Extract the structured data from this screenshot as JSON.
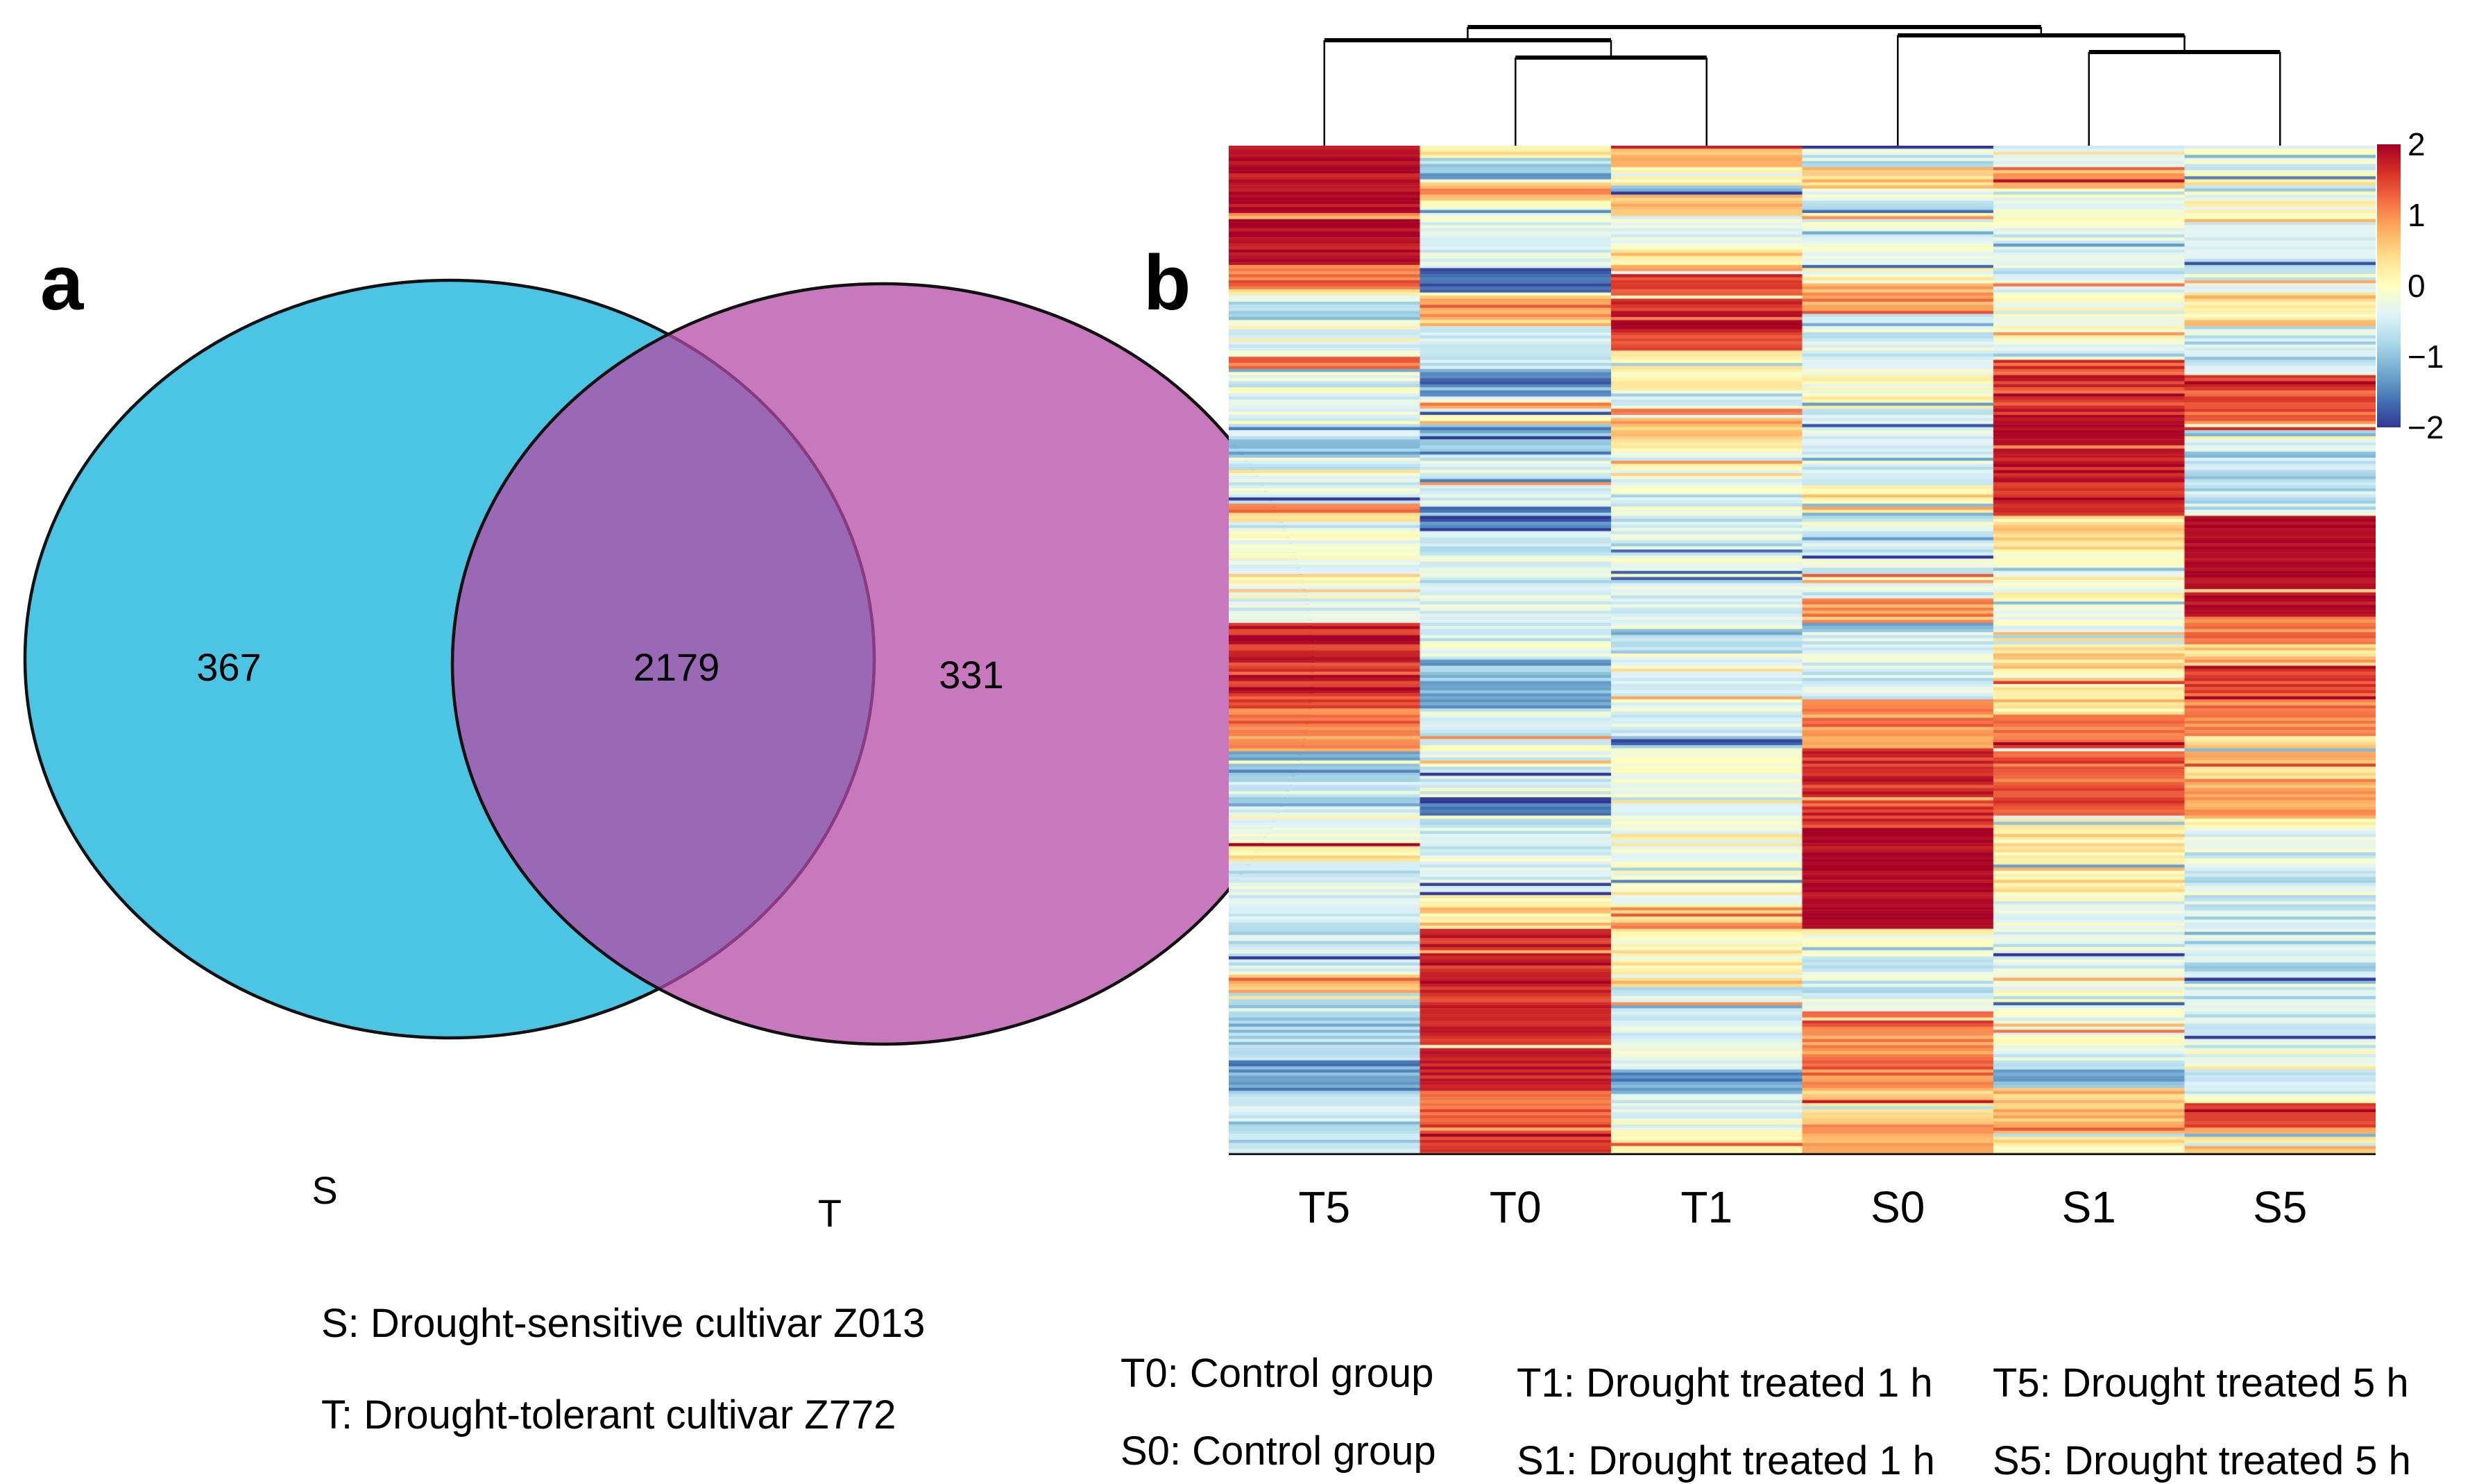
{
  "background": "#ffffff",
  "panel_a": {
    "label": "a",
    "venn": {
      "left_label": "S",
      "right_label": "T",
      "left_count": "367",
      "overlap_count": "2179",
      "right_count": "331",
      "left_color": "#4cc5e4",
      "right_color": "#c878bd",
      "overlap_color": "#9a72ad",
      "outline_color": "#111111"
    },
    "legend_lines": [
      "S: Drought-sensitive cultivar Z013",
      "T: Drought-tolerant  cultivar Z772"
    ]
  },
  "panel_b": {
    "label": "b",
    "column_labels": [
      "T5",
      "T0",
      "T1",
      "S0",
      "S1",
      "S5"
    ],
    "legend_rows": [
      [
        "T0: Control group",
        "T1: Drought treated 1 h",
        "T5: Drought treated 5 h"
      ],
      [
        "S0: Control group",
        "S1: Drought treated 1 h",
        "S5: Drought treated 5 h"
      ]
    ]
  },
  "chart_data": [
    {
      "type": "venn",
      "title": "",
      "sets": [
        {
          "label": "S",
          "description": "Drought-sensitive cultivar Z013",
          "unique_count": 367
        },
        {
          "label": "T",
          "description": "Drought-tolerant cultivar Z772",
          "unique_count": 331
        }
      ],
      "intersection_count": 2179,
      "colors": {
        "S": "#4cc5e4",
        "T": "#c878bd",
        "overlap": "#9a72ad"
      }
    },
    {
      "type": "heatmap",
      "columns": [
        "T5",
        "T0",
        "T1",
        "S0",
        "S1",
        "S5"
      ],
      "value_domain": [
        -2,
        2
      ],
      "colorbar_ticks": [
        2,
        1,
        0,
        -1,
        -2
      ],
      "legend_position": "top-right",
      "colormap": "RdYlBu-reversed",
      "colormap_stops": [
        "#313695",
        "#4575b4",
        "#74add1",
        "#abd9e9",
        "#e0f3f8",
        "#ffffbf",
        "#fee090",
        "#fdae61",
        "#f46d43",
        "#d73027",
        "#a50026"
      ],
      "dendrogram": {
        "leaf_order": [
          "T5",
          "T0",
          "T1",
          "S0",
          "S1",
          "S5"
        ],
        "nodes": [
          {
            "id": "n1",
            "children": [
              "T0",
              "T1"
            ],
            "height": 83
          },
          {
            "id": "n2",
            "children": [
              "T5",
              "n1"
            ],
            "height": 58
          },
          {
            "id": "n3",
            "children": [
              "S1",
              "S5"
            ],
            "height": 75
          },
          {
            "id": "n4",
            "children": [
              "S0",
              "n3"
            ],
            "height": 51
          },
          {
            "id": "root",
            "children": [
              "n2",
              "n4"
            ],
            "height": 39
          }
        ]
      },
      "n_rows": 330,
      "noise_seed": 7,
      "column_profiles": {
        "T5": [
          [
            0.0,
            0.118,
            1.85,
            0.2
          ],
          [
            0.118,
            0.142,
            1.1,
            0.35
          ],
          [
            0.142,
            0.152,
            0.2,
            0.55
          ],
          [
            0.152,
            0.172,
            -0.9,
            0.55
          ],
          [
            0.172,
            0.21,
            -0.3,
            0.45
          ],
          [
            0.21,
            0.222,
            1.2,
            0.45
          ],
          [
            0.222,
            0.29,
            -0.4,
            0.4
          ],
          [
            0.29,
            0.31,
            -1.3,
            0.5
          ],
          [
            0.31,
            0.354,
            -0.35,
            0.35
          ],
          [
            0.354,
            0.372,
            0.55,
            0.6
          ],
          [
            0.372,
            0.425,
            -0.3,
            0.4
          ],
          [
            0.425,
            0.45,
            0.1,
            0.55
          ],
          [
            0.45,
            0.472,
            -0.5,
            0.4
          ],
          [
            0.472,
            0.557,
            1.65,
            0.35
          ],
          [
            0.557,
            0.6,
            1.0,
            0.4
          ],
          [
            0.6,
            0.66,
            -0.95,
            0.5
          ],
          [
            0.66,
            0.69,
            -0.2,
            0.45
          ],
          [
            0.69,
            0.71,
            0.4,
            0.5
          ],
          [
            0.71,
            0.82,
            -0.5,
            0.35
          ],
          [
            0.82,
            0.845,
            0.7,
            0.5
          ],
          [
            0.845,
            0.905,
            -0.7,
            0.45
          ],
          [
            0.905,
            0.94,
            -1.2,
            0.5
          ],
          [
            0.94,
            1.0,
            -0.6,
            0.35
          ]
        ],
        "T0": [
          [
            0.0,
            0.012,
            0.3,
            0.35
          ],
          [
            0.012,
            0.036,
            -1.0,
            0.55
          ],
          [
            0.036,
            0.056,
            0.8,
            0.45
          ],
          [
            0.056,
            0.082,
            -0.15,
            0.35
          ],
          [
            0.082,
            0.122,
            -0.45,
            0.35
          ],
          [
            0.122,
            0.148,
            -1.7,
            0.35
          ],
          [
            0.148,
            0.179,
            0.9,
            0.5
          ],
          [
            0.179,
            0.22,
            -0.45,
            0.35
          ],
          [
            0.22,
            0.251,
            -1.3,
            0.45
          ],
          [
            0.251,
            0.275,
            -0.25,
            0.35
          ],
          [
            0.275,
            0.302,
            -0.95,
            0.4
          ],
          [
            0.302,
            0.357,
            -0.4,
            0.35
          ],
          [
            0.357,
            0.381,
            -1.55,
            0.45
          ],
          [
            0.381,
            0.509,
            -0.4,
            0.4
          ],
          [
            0.509,
            0.557,
            -1.1,
            0.4
          ],
          [
            0.557,
            0.646,
            -0.45,
            0.4
          ],
          [
            0.646,
            0.663,
            -1.6,
            0.45
          ],
          [
            0.663,
            0.742,
            -0.4,
            0.35
          ],
          [
            0.742,
            0.773,
            0.4,
            0.5
          ],
          [
            0.773,
            0.935,
            1.7,
            0.3
          ],
          [
            0.935,
            0.969,
            1.25,
            0.35
          ],
          [
            0.969,
            1.0,
            1.5,
            0.35
          ]
        ],
        "T1": [
          [
            0.0,
            0.017,
            0.6,
            0.45
          ],
          [
            0.017,
            0.04,
            0.0,
            0.4
          ],
          [
            0.04,
            0.049,
            -0.9,
            0.4
          ],
          [
            0.049,
            0.07,
            0.5,
            0.4
          ],
          [
            0.07,
            0.104,
            -0.3,
            0.35
          ],
          [
            0.104,
            0.118,
            0.3,
            0.35
          ],
          [
            0.118,
            0.127,
            0.9,
            0.35
          ],
          [
            0.127,
            0.163,
            1.5,
            0.3
          ],
          [
            0.163,
            0.181,
            1.95,
            0.1
          ],
          [
            0.181,
            0.204,
            1.4,
            0.3
          ],
          [
            0.204,
            0.221,
            0.3,
            0.35
          ],
          [
            0.221,
            0.242,
            0.0,
            0.4
          ],
          [
            0.242,
            0.26,
            -0.4,
            0.35
          ],
          [
            0.26,
            0.276,
            1.1,
            0.4
          ],
          [
            0.276,
            0.29,
            0.7,
            0.35
          ],
          [
            0.29,
            0.304,
            0.3,
            0.35
          ],
          [
            0.304,
            0.478,
            -0.35,
            0.4
          ],
          [
            0.478,
            0.502,
            -0.85,
            0.45
          ],
          [
            0.502,
            0.577,
            -0.4,
            0.4
          ],
          [
            0.577,
            0.598,
            -0.7,
            0.35
          ],
          [
            0.598,
            0.68,
            -0.2,
            0.45
          ],
          [
            0.68,
            0.756,
            -0.1,
            0.4
          ],
          [
            0.756,
            0.777,
            0.85,
            0.45
          ],
          [
            0.777,
            0.832,
            0.2,
            0.4
          ],
          [
            0.832,
            0.914,
            -0.45,
            0.35
          ],
          [
            0.914,
            0.938,
            -1.2,
            0.45
          ],
          [
            0.938,
            0.976,
            -0.2,
            0.45
          ],
          [
            0.976,
            1.0,
            0.1,
            0.4
          ]
        ],
        "S0": [
          [
            0.0,
            0.021,
            -0.5,
            0.35
          ],
          [
            0.021,
            0.041,
            0.5,
            0.45
          ],
          [
            0.041,
            0.082,
            -0.4,
            0.4
          ],
          [
            0.082,
            0.137,
            -0.2,
            0.35
          ],
          [
            0.137,
            0.168,
            0.8,
            0.55
          ],
          [
            0.168,
            0.22,
            -0.4,
            0.35
          ],
          [
            0.22,
            0.261,
            -0.1,
            0.45
          ],
          [
            0.261,
            0.337,
            -0.45,
            0.4
          ],
          [
            0.337,
            0.364,
            0.3,
            0.5
          ],
          [
            0.364,
            0.447,
            -0.35,
            0.4
          ],
          [
            0.447,
            0.474,
            0.9,
            0.45
          ],
          [
            0.474,
            0.483,
            -1.2,
            0.4
          ],
          [
            0.483,
            0.55,
            -0.4,
            0.35
          ],
          [
            0.55,
            0.598,
            1.0,
            0.4
          ],
          [
            0.598,
            0.68,
            1.6,
            0.3
          ],
          [
            0.68,
            0.777,
            1.9,
            0.15
          ],
          [
            0.777,
            0.79,
            0.2,
            0.4
          ],
          [
            0.79,
            0.859,
            -0.5,
            0.45
          ],
          [
            0.859,
            0.934,
            1.1,
            0.4
          ],
          [
            0.934,
            0.969,
            0.5,
            0.5
          ],
          [
            0.969,
            1.0,
            0.9,
            0.4
          ]
        ],
        "S1": [
          [
            0.0,
            0.021,
            -0.4,
            0.35
          ],
          [
            0.021,
            0.043,
            0.9,
            0.4
          ],
          [
            0.043,
            0.082,
            -0.2,
            0.45
          ],
          [
            0.082,
            0.144,
            -0.4,
            0.4
          ],
          [
            0.144,
            0.213,
            -0.1,
            0.45
          ],
          [
            0.213,
            0.268,
            1.5,
            0.35
          ],
          [
            0.268,
            0.309,
            1.9,
            0.12
          ],
          [
            0.309,
            0.371,
            1.7,
            0.25
          ],
          [
            0.371,
            0.398,
            0.4,
            0.4
          ],
          [
            0.398,
            0.454,
            0.0,
            0.45
          ],
          [
            0.454,
            0.495,
            -0.4,
            0.35
          ],
          [
            0.495,
            0.564,
            0.4,
            0.45
          ],
          [
            0.564,
            0.632,
            1.2,
            0.35
          ],
          [
            0.632,
            0.667,
            1.4,
            0.3
          ],
          [
            0.667,
            0.742,
            0.3,
            0.35
          ],
          [
            0.742,
            0.832,
            -0.3,
            0.35
          ],
          [
            0.832,
            0.907,
            -0.2,
            0.4
          ],
          [
            0.907,
            0.934,
            -1.0,
            0.45
          ],
          [
            0.934,
            0.962,
            0.5,
            0.45
          ],
          [
            0.962,
            0.983,
            0.9,
            0.4
          ],
          [
            0.983,
            1.0,
            0.1,
            0.35
          ]
        ],
        "S5": [
          [
            0.0,
            0.034,
            -0.5,
            0.45
          ],
          [
            0.034,
            0.076,
            -0.2,
            0.5
          ],
          [
            0.076,
            0.144,
            -0.4,
            0.35
          ],
          [
            0.144,
            0.179,
            0.3,
            0.45
          ],
          [
            0.179,
            0.227,
            -0.6,
            0.5
          ],
          [
            0.227,
            0.282,
            1.3,
            0.35
          ],
          [
            0.282,
            0.368,
            -0.6,
            0.5
          ],
          [
            0.368,
            0.467,
            1.9,
            0.15
          ],
          [
            0.467,
            0.495,
            1.2,
            0.3
          ],
          [
            0.495,
            0.519,
            0.6,
            0.45
          ],
          [
            0.519,
            0.543,
            1.6,
            0.3
          ],
          [
            0.543,
            0.584,
            1.0,
            0.35
          ],
          [
            0.584,
            0.632,
            0.6,
            0.5
          ],
          [
            0.632,
            0.667,
            0.8,
            0.4
          ],
          [
            0.667,
            0.701,
            -0.3,
            0.5
          ],
          [
            0.701,
            0.77,
            -0.4,
            0.45
          ],
          [
            0.77,
            0.832,
            -0.6,
            0.5
          ],
          [
            0.832,
            0.948,
            -0.4,
            0.45
          ],
          [
            0.948,
            0.972,
            1.5,
            0.3
          ],
          [
            0.972,
            1.0,
            0.6,
            0.45
          ]
        ]
      }
    }
  ]
}
